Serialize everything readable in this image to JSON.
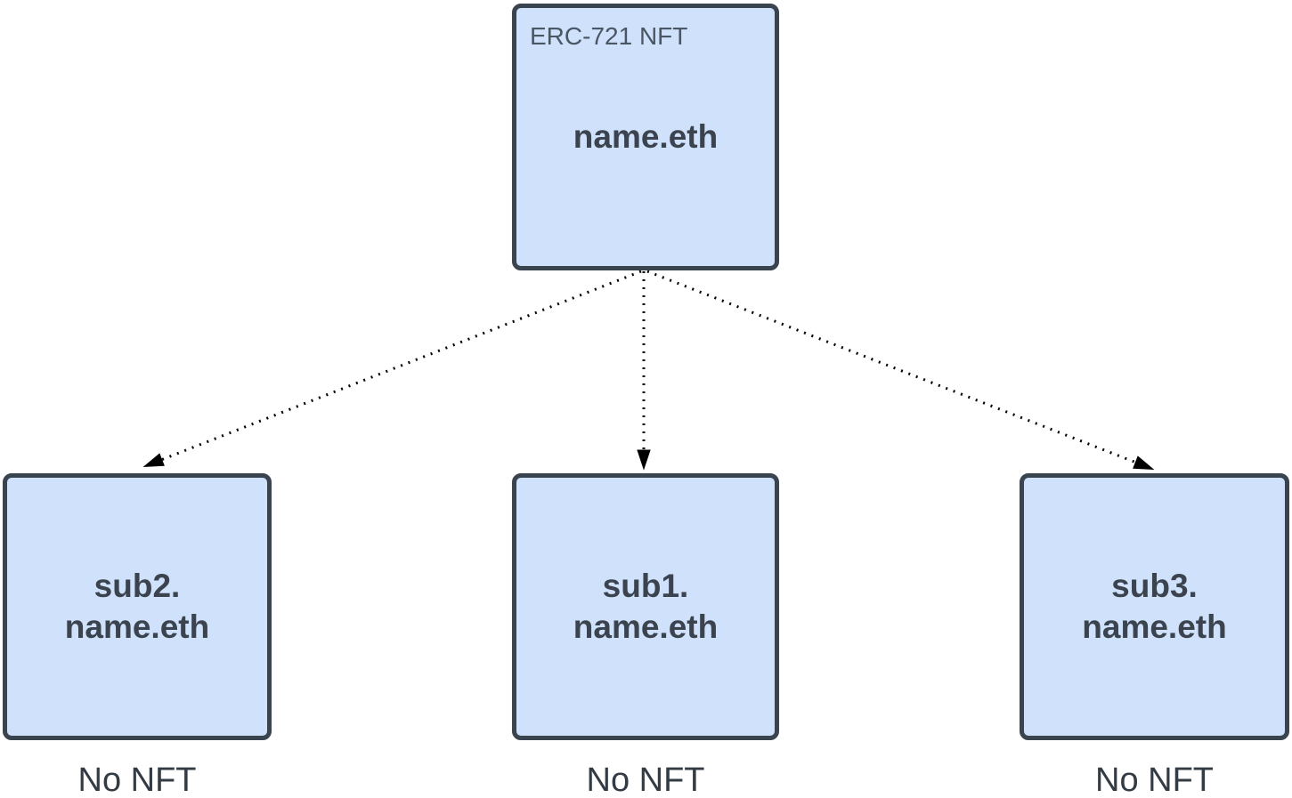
{
  "diagram": {
    "root": {
      "type_label": "ERC-721 NFT",
      "label": "name.eth"
    },
    "children": [
      {
        "id": "sub2",
        "label": "sub2.\nname.eth",
        "caption": "No NFT"
      },
      {
        "id": "sub1",
        "label": "sub1.\nname.eth",
        "caption": "No NFT"
      },
      {
        "id": "sub3",
        "label": "sub3.\nname.eth",
        "caption": "No NFT"
      }
    ],
    "edges": [
      {
        "from": "name.eth",
        "to": "sub2.name.eth",
        "style": "dotted-arrow"
      },
      {
        "from": "name.eth",
        "to": "sub1.name.eth",
        "style": "dotted-arrow"
      },
      {
        "from": "name.eth",
        "to": "sub3.name.eth",
        "style": "dotted-arrow"
      }
    ],
    "colors": {
      "node_fill": "#cfe1fb",
      "node_border": "#3a444e",
      "node_text": "#3a434e",
      "type_text": "#4a5663",
      "caption_text": "#333b44",
      "arrow": "#000000"
    }
  }
}
